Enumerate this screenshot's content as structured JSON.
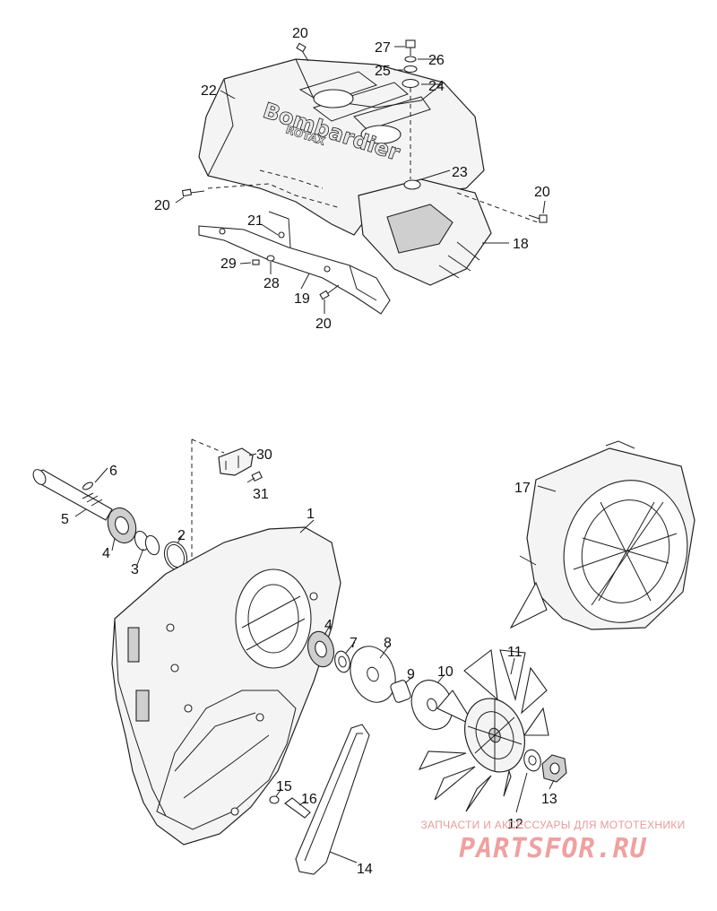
{
  "callouts": {
    "c1": "1",
    "c2": "2",
    "c3": "3",
    "c4a": "4",
    "c4b": "4",
    "c5": "5",
    "c6": "6",
    "c7": "7",
    "c8": "8",
    "c9": "9",
    "c10": "10",
    "c11": "11",
    "c12": "12",
    "c13": "13",
    "c14": "14",
    "c15": "15",
    "c16": "16",
    "c17": "17",
    "c18": "18",
    "c19": "19",
    "c20a": "20",
    "c20b": "20",
    "c20c": "20",
    "c20d": "20",
    "c21": "21",
    "c22": "22",
    "c23": "23",
    "c24": "24",
    "c25": "25",
    "c26": "26",
    "c27": "27",
    "c28": "28",
    "c29": "29",
    "c30": "30",
    "c31": "31"
  },
  "cover_logo": {
    "brand": "Bombardier",
    "model": "ROTAX"
  },
  "watermark": {
    "tagline": "ЗАПЧАСТИ И АКСЕССУАРЫ ДЛЯ МОТОТЕХНИКИ",
    "brand": "PARTSFOR.RU"
  },
  "colors": {
    "line": "#222222",
    "watermark": "#f0a0a0"
  }
}
